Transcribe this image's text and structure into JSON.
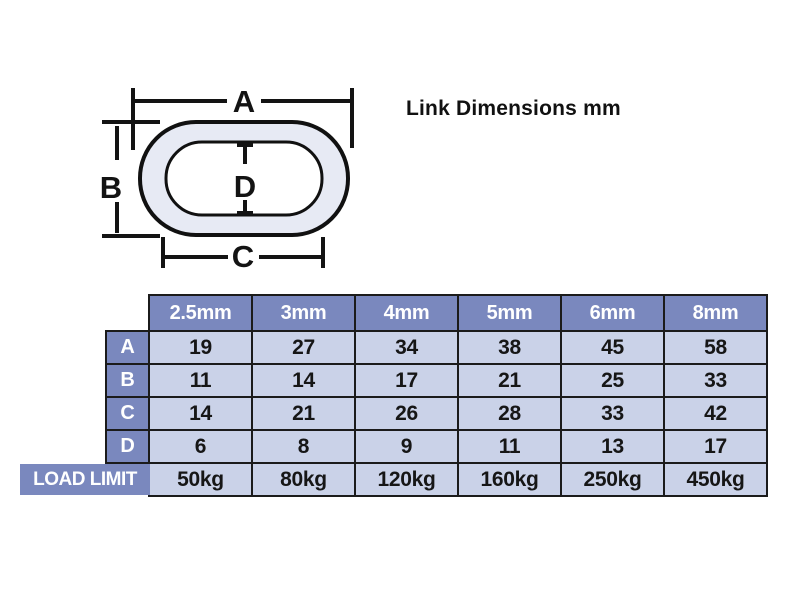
{
  "title": "Link Dimensions mm",
  "diagram": {
    "dimension_labels": {
      "a": "A",
      "b": "B",
      "c": "C",
      "d": "D"
    }
  },
  "table": {
    "column_headers": [
      "2.5mm",
      "3mm",
      "4mm",
      "5mm",
      "6mm",
      "8mm"
    ],
    "rows": [
      {
        "label": "A",
        "values": [
          "19",
          "27",
          "34",
          "38",
          "45",
          "58"
        ]
      },
      {
        "label": "B",
        "values": [
          "11",
          "14",
          "17",
          "21",
          "25",
          "33"
        ]
      },
      {
        "label": "C",
        "values": [
          "14",
          "21",
          "26",
          "28",
          "33",
          "42"
        ]
      },
      {
        "label": "D",
        "values": [
          "6",
          "8",
          "9",
          "11",
          "13",
          "17"
        ]
      }
    ],
    "load_limit_row": {
      "label": "LOAD LIMIT",
      "values": [
        "50kg",
        "80kg",
        "120kg",
        "160kg",
        "250kg",
        "450kg"
      ]
    }
  },
  "colors": {
    "header_blue": "#7a88be",
    "cell_blue": "#cad2e8",
    "border_black": "#1b1b1b",
    "link_fill": "#e7eaf4",
    "text_black": "#111111",
    "header_text_white": "#ffffff"
  },
  "chart_data": {
    "type": "table",
    "title": "Link Dimensions mm",
    "columns": [
      "2.5mm",
      "3mm",
      "4mm",
      "5mm",
      "6mm",
      "8mm"
    ],
    "row_labels": [
      "A",
      "B",
      "C",
      "D",
      "LOAD LIMIT"
    ],
    "cells": [
      [
        19,
        27,
        34,
        38,
        45,
        58
      ],
      [
        11,
        14,
        17,
        21,
        25,
        33
      ],
      [
        14,
        21,
        26,
        28,
        33,
        42
      ],
      [
        6,
        8,
        9,
        11,
        13,
        17
      ],
      [
        "50kg",
        "80kg",
        "120kg",
        "160kg",
        "250kg",
        "450kg"
      ]
    ]
  }
}
